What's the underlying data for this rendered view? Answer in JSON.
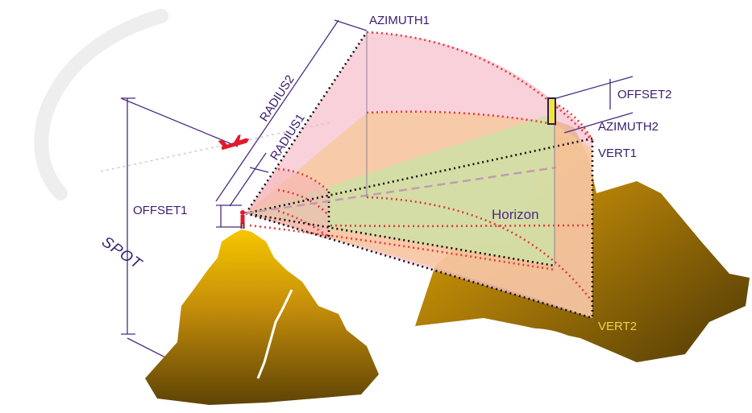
{
  "labels": {
    "azimuth1": "AZIMUTH1",
    "azimuth2": "AZIMUTH2",
    "offset2": "OFFSET2",
    "vert1": "VERT1",
    "vert2": "VERT2",
    "radius1": "RADIUS1",
    "radius2": "RADIUS2",
    "offset1": "OFFSET1",
    "horizon": "Horizon",
    "spot": "SPOT"
  },
  "colors": {
    "mountain_light": "#f5c400",
    "mountain_dark": "#6b4e06",
    "pink_volume": "#f7c2cf",
    "orange_volume": "#f7c896",
    "green_volume": "#d6e3b0",
    "red_dotted": "#e23b3b",
    "black_dotted": "#111111",
    "purple_line": "#4a2c7f",
    "aircraft": "#e0192b",
    "target_box": "#f1e53a",
    "vert2_text": "#e8d44a"
  },
  "icons": {
    "aircraft": "airplane-icon",
    "observer": "person-icon"
  }
}
